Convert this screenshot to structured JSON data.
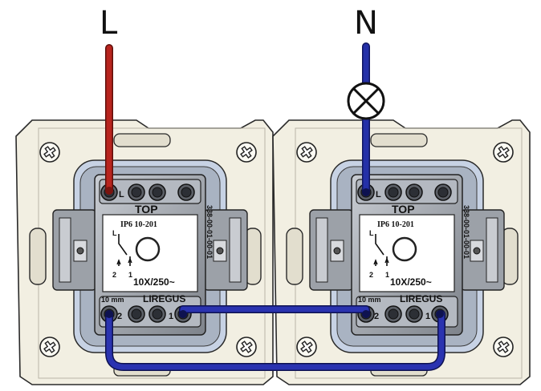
{
  "labels": {
    "line": "L",
    "neutral": "N"
  },
  "colors": {
    "line_wire": "#b8241e",
    "neutral_wire": "#2430a8",
    "traveler_wire": "#1c2590",
    "frame": "#f2efe2",
    "body": "#8a8e95"
  },
  "icons": {
    "lamp": "lamp-x-circle-icon",
    "screw": "screw-cross-icon"
  },
  "switch_left": {
    "top": "TOP",
    "part": "IP6 10-201",
    "rating": "10X/250~",
    "brand": "LIREGUS",
    "strip": "10 mm",
    "code": "338-00-01-00-01",
    "term_l": "L",
    "term_1": "1",
    "term_2": "2",
    "sym_l": "L",
    "sym_1": "1",
    "sym_2": "2"
  },
  "switch_right": {
    "top": "TOP",
    "part": "IP6 10-201",
    "rating": "10X/250~",
    "brand": "LIREGUS",
    "strip": "10 mm",
    "code": "338-00-01-00-01",
    "term_l": "L",
    "term_1": "1",
    "term_2": "2",
    "sym_l": "L",
    "sym_1": "1",
    "sym_2": "2"
  }
}
